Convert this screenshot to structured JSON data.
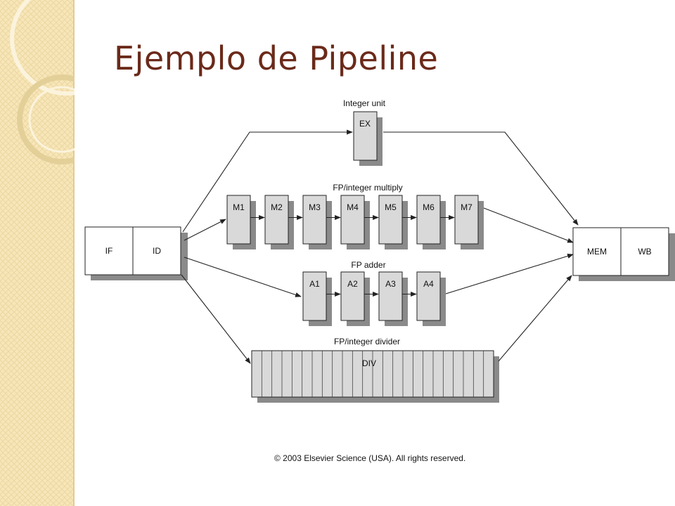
{
  "slide": {
    "title": "Ejemplo de Pipeline",
    "copyright": "© 2003 Elsevier Science (USA). All rights reserved.",
    "colors": {
      "title": "#6b2a1a",
      "sidebar": "#f7e6b8",
      "sidebar_lines": "#e8d39c",
      "stage_fill": "#d9d9d9"
    }
  },
  "diagram": {
    "front": [
      "IF",
      "ID"
    ],
    "back": [
      "MEM",
      "WB"
    ],
    "integer_unit": {
      "label": "Integer unit",
      "stages": [
        "EX"
      ]
    },
    "fp_multiply": {
      "label": "FP/integer multiply",
      "stages": [
        "M1",
        "M2",
        "M3",
        "M4",
        "M5",
        "M6",
        "M7"
      ]
    },
    "fp_adder": {
      "label": "FP adder",
      "stages": [
        "A1",
        "A2",
        "A3",
        "A4"
      ]
    },
    "fp_divider": {
      "label": "FP/integer divider",
      "stage": "DIV"
    }
  }
}
